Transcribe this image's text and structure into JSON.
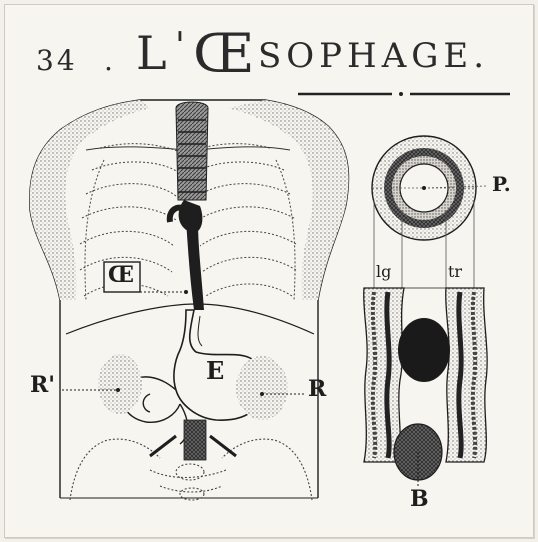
{
  "title": {
    "number": "34",
    "separator": ".",
    "article": "L",
    "apostrophe": "'",
    "oe": "Œ",
    "rest": "SOPHAGE."
  },
  "labels": {
    "oesophagus_box": "Œ",
    "stomach": "E",
    "right_kidney": "R",
    "left_kidney": "R'",
    "pharynx": "P.",
    "longitudinal": "lg",
    "transverse": "tr",
    "bolus": "B"
  },
  "colors": {
    "ink": "#1e1e1e",
    "stipple": "#8a8a8a",
    "paper": "#f7f5f0"
  }
}
